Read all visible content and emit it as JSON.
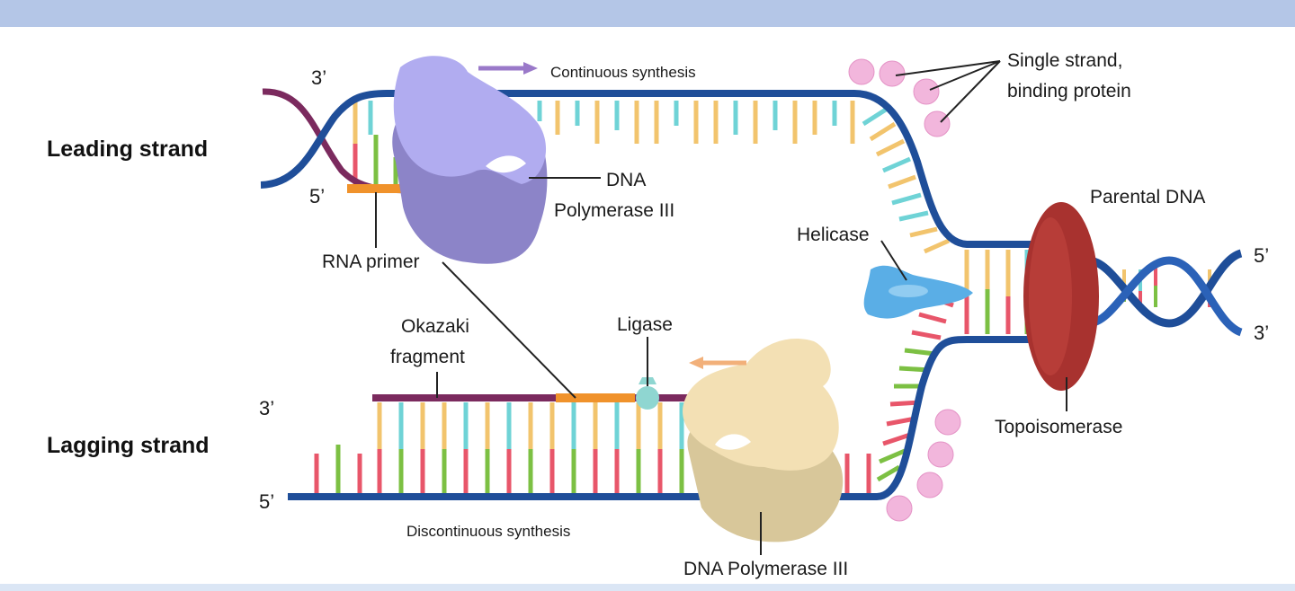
{
  "labels": {
    "leading_strand": "Leading strand",
    "lagging_strand": "Lagging strand",
    "continuous_synthesis": "Continuous synthesis",
    "discontinuous_synthesis": "Discontinuous synthesis",
    "ssb_line1": "Single strand,",
    "ssb_line2": "binding protein",
    "dna_pol_top_line1": "DNA",
    "dna_pol_top_line2": "Polymerase III",
    "dna_pol_bottom": "DNA Polymerase III",
    "parental_dna": "Parental DNA",
    "helicase": "Helicase",
    "rna_primer": "RNA primer",
    "okazaki_line1": "Okazaki",
    "okazaki_line2": "fragment",
    "ligase": "Ligase",
    "topoisomerase": "Topoisomerase",
    "end_3_top": "3’",
    "end_5_top": "5’",
    "end_3_lag": "3’",
    "end_5_lag": "5’",
    "end_5_right": "5’",
    "end_3_right": "3’"
  },
  "colors": {
    "backbone_blue": "#1f4e99",
    "new_strand_purple": "#7b2a5e",
    "primer_orange": "#f0922b",
    "base_yellow": "#f2c46d",
    "base_cyan": "#6fd3d6",
    "base_red": "#e8566a",
    "base_green": "#7cc043",
    "polymerase_top": "#b1acf0",
    "polymerase_bottom": "#f3e0b4",
    "helicase": "#5aaee6",
    "topoisomerase": "#a8322f",
    "ssb": "#f2b6dc",
    "arrow_purple": "#9a79c9",
    "arrow_orange": "#f2b07a"
  }
}
